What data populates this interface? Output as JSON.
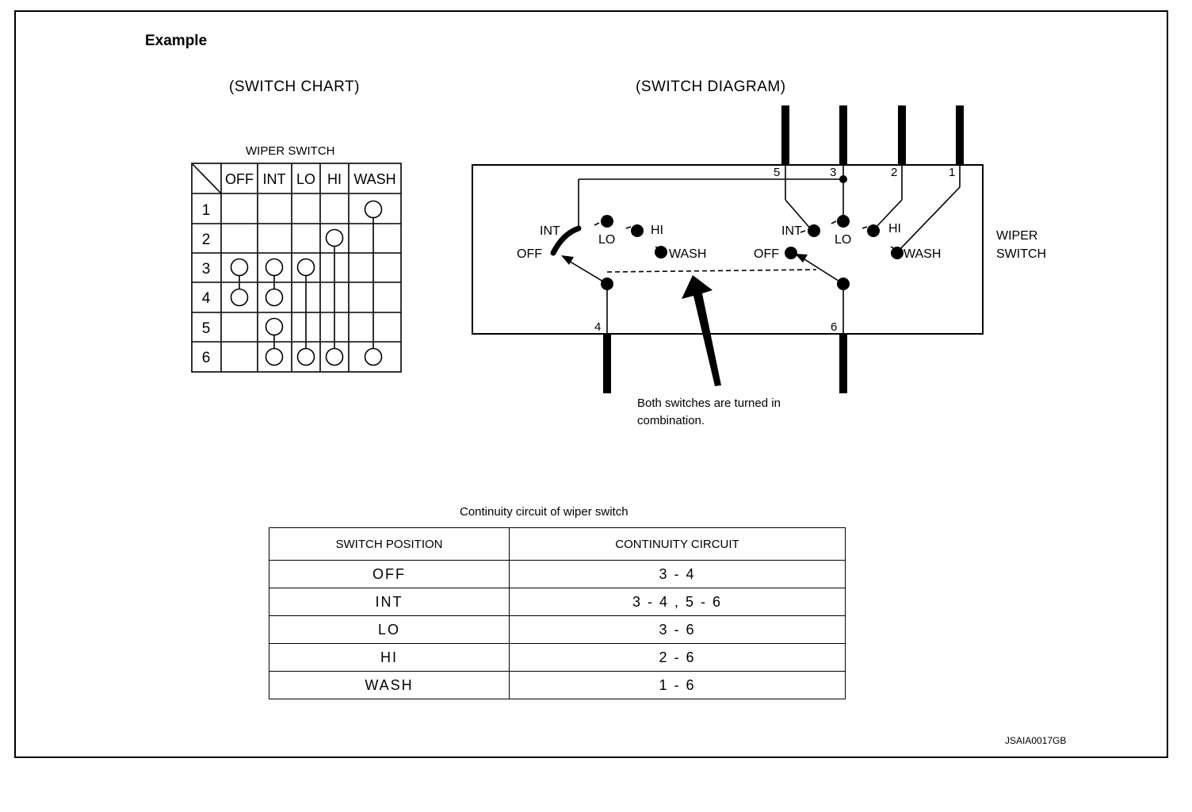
{
  "heading": "Example",
  "switch_chart": {
    "title": "(SWITCH CHART)",
    "caption": "WIPER SWITCH",
    "columns": [
      "OFF",
      "INT",
      "LO",
      "HI",
      "WASH"
    ],
    "rows": [
      "1",
      "2",
      "3",
      "4",
      "5",
      "6"
    ],
    "connections": [
      {
        "position": "OFF",
        "terminals": [
          "3",
          "4"
        ]
      },
      {
        "position": "INT",
        "terminals": [
          "3",
          "4",
          "5",
          "6"
        ]
      },
      {
        "position": "LO",
        "terminals": [
          "3",
          "6"
        ]
      },
      {
        "position": "HI",
        "terminals": [
          "2",
          "6"
        ]
      },
      {
        "position": "WASH",
        "terminals": [
          "1",
          "6"
        ]
      }
    ]
  },
  "switch_diagram": {
    "title": "(SWITCH DIAGRAM)",
    "side_label_line1": "WIPER",
    "side_label_line2": "SWITCH",
    "top_terminals": [
      "5",
      "3",
      "2",
      "1"
    ],
    "bottom_terminals": [
      "4",
      "6"
    ],
    "left_positions": [
      "INT",
      "LO",
      "HI",
      "OFF",
      "WASH"
    ],
    "right_positions": [
      "INT",
      "LO",
      "HI",
      "OFF",
      "WASH"
    ],
    "note_line1": "Both switches are turned in",
    "note_line2": "combination."
  },
  "continuity": {
    "caption": "Continuity circuit of wiper switch",
    "headers": [
      "SWITCH POSITION",
      "CONTINUITY CIRCUIT"
    ],
    "rows": [
      {
        "position": "OFF",
        "circuit": "3 - 4"
      },
      {
        "position": "INT",
        "circuit": "3 - 4 , 5 - 6"
      },
      {
        "position": "LO",
        "circuit": "3 - 6"
      },
      {
        "position": "HI",
        "circuit": "2 - 6"
      },
      {
        "position": "WASH",
        "circuit": "1 - 6"
      }
    ]
  },
  "figure_code": "JSAIA0017GB"
}
